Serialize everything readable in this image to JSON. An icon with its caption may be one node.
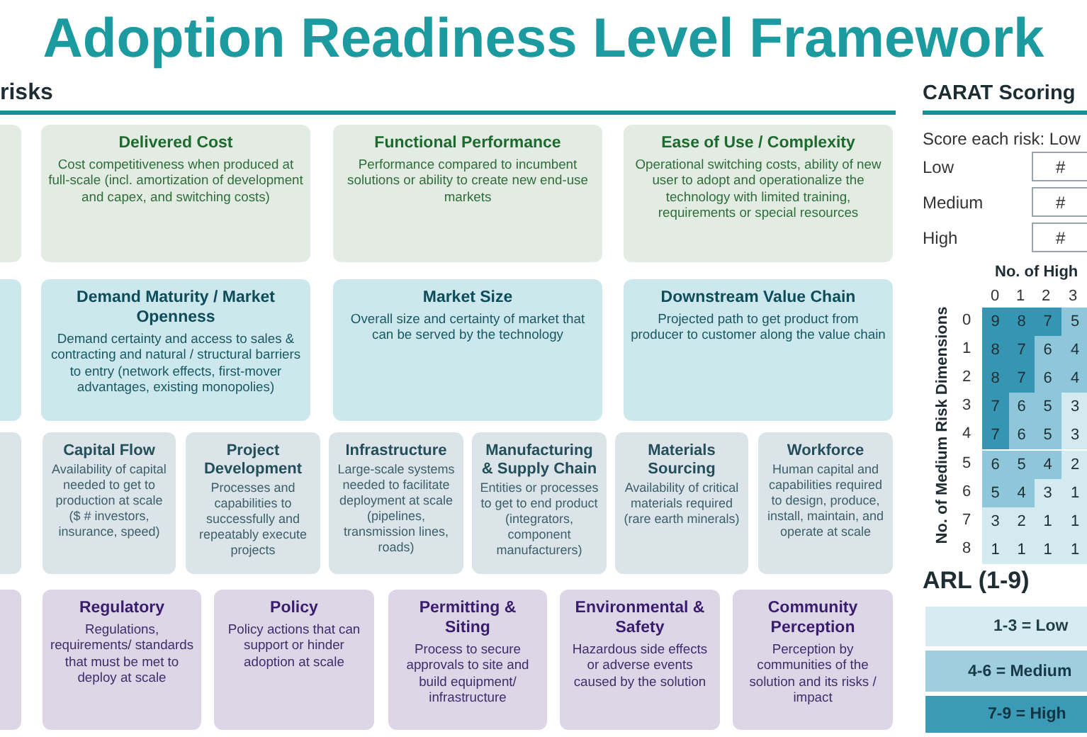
{
  "diagram": {
    "title": "Adoption Readiness Level Framework",
    "nodes": [
      {
        "text": [],
        "shape": "box"
      },
      {
        "text": [
          "Delivered Cost",
          "Cost competitiveness when produced at full-scale (incl. amortization of development and capex, and switching costs)"
        ]
      },
      {
        "text": [
          "Functional Performance",
          "Performance compared to incumbent solutions or ability to create new end-use markets"
        ]
      },
      {
        "text": [
          "Ease of Use / Complexity",
          "Operational switching costs, ability of new user to adopt and operationalize the technology with limited training, requirements or special resources"
        ]
      },
      {
        "text": [],
        "shape": "box"
      },
      {
        "text": [
          "Demand Maturity / Market Openness",
          "Demand certainty and access to sales & contracting and natural / structural barriers to entry (network effects, first-mover advantages, existing monopolies)"
        ]
      },
      {
        "text": [
          "Market Size",
          "Overall size and certainty of market that can be served by the technology"
        ]
      },
      {
        "text": [
          "Downstream Value Chain",
          "Projected path to get product from producer to customer along the value chain"
        ]
      },
      {
        "text": [],
        "shape": "box"
      },
      {
        "text": [
          "Capital Flow",
          "Availability of capital needed to get to production at scale ($ # investors, insurance, speed)"
        ]
      },
      {
        "text": [
          "Project Development",
          "Processes and capabilities to successfully and repeatably execute projects"
        ]
      },
      {
        "text": [
          "Infrastructure",
          "Large-scale systems needed to facilitate deployment at scale (pipelines, transmission lines, roads)"
        ]
      },
      {
        "text": [
          "Manufacturing & Supply Chain",
          "Entities or processes to get to end product (integrators, component manufacturers)"
        ]
      },
      {
        "text": [
          "Materials Sourcing",
          "Availability of critical materials required (rare earth minerals)"
        ]
      },
      {
        "text": [
          "Workforce",
          "Human capital and capabilities required to design, produce, install, maintain, and operate at scale"
        ]
      },
      {
        "text": [],
        "shape": "box"
      },
      {
        "text": [
          "Regulatory",
          "Regulations, requirements/ standards that must be met to deploy at scale"
        ]
      },
      {
        "text": [
          "Policy",
          "Policy actions that can support or hinder adoption at scale"
        ]
      },
      {
        "text": [
          "Permitting & Siting",
          "Process to secure approvals to site and build equipment/ infrastructure"
        ]
      },
      {
        "text": [
          "Environmental & Safety",
          "Hazardous side effects or adverse events caused by the solution"
        ]
      },
      {
        "text": [
          "Community Perception",
          "Perception by communities of the solution and its risks / impact"
        ]
      },
      {
        "text": [
          "#"
        ]
      },
      {
        "text": [
          "#"
        ]
      },
      {
        "text": [
          "#"
        ]
      },
      {
        "text": [
          "1-3 = Low"
        ]
      },
      {
        "text": [
          "4-6 = Medium"
        ]
      },
      {
        "text": [
          "7-9 = High"
        ]
      }
    ],
    "labels": [
      "risks",
      "CARAT Scoring",
      "Score each risk: Low",
      "Low",
      "Medium",
      "High",
      "No. of High",
      "0",
      "1",
      "2",
      "3",
      "No. of Medium Risk Dimensions",
      "0",
      "9",
      "8",
      "7",
      "5",
      "1",
      "8",
      "7",
      "6",
      "4",
      "2",
      "8",
      "7",
      "6",
      "4",
      "3",
      "7",
      "6",
      "5",
      "3",
      "4",
      "7",
      "6",
      "5",
      "3",
      "5",
      "6",
      "5",
      "4",
      "2",
      "6",
      "5",
      "4",
      "3",
      "1",
      "7",
      "3",
      "2",
      "1",
      "1",
      "8",
      "1",
      "1",
      "1",
      "1",
      "ARL (1-9)"
    ]
  }
}
